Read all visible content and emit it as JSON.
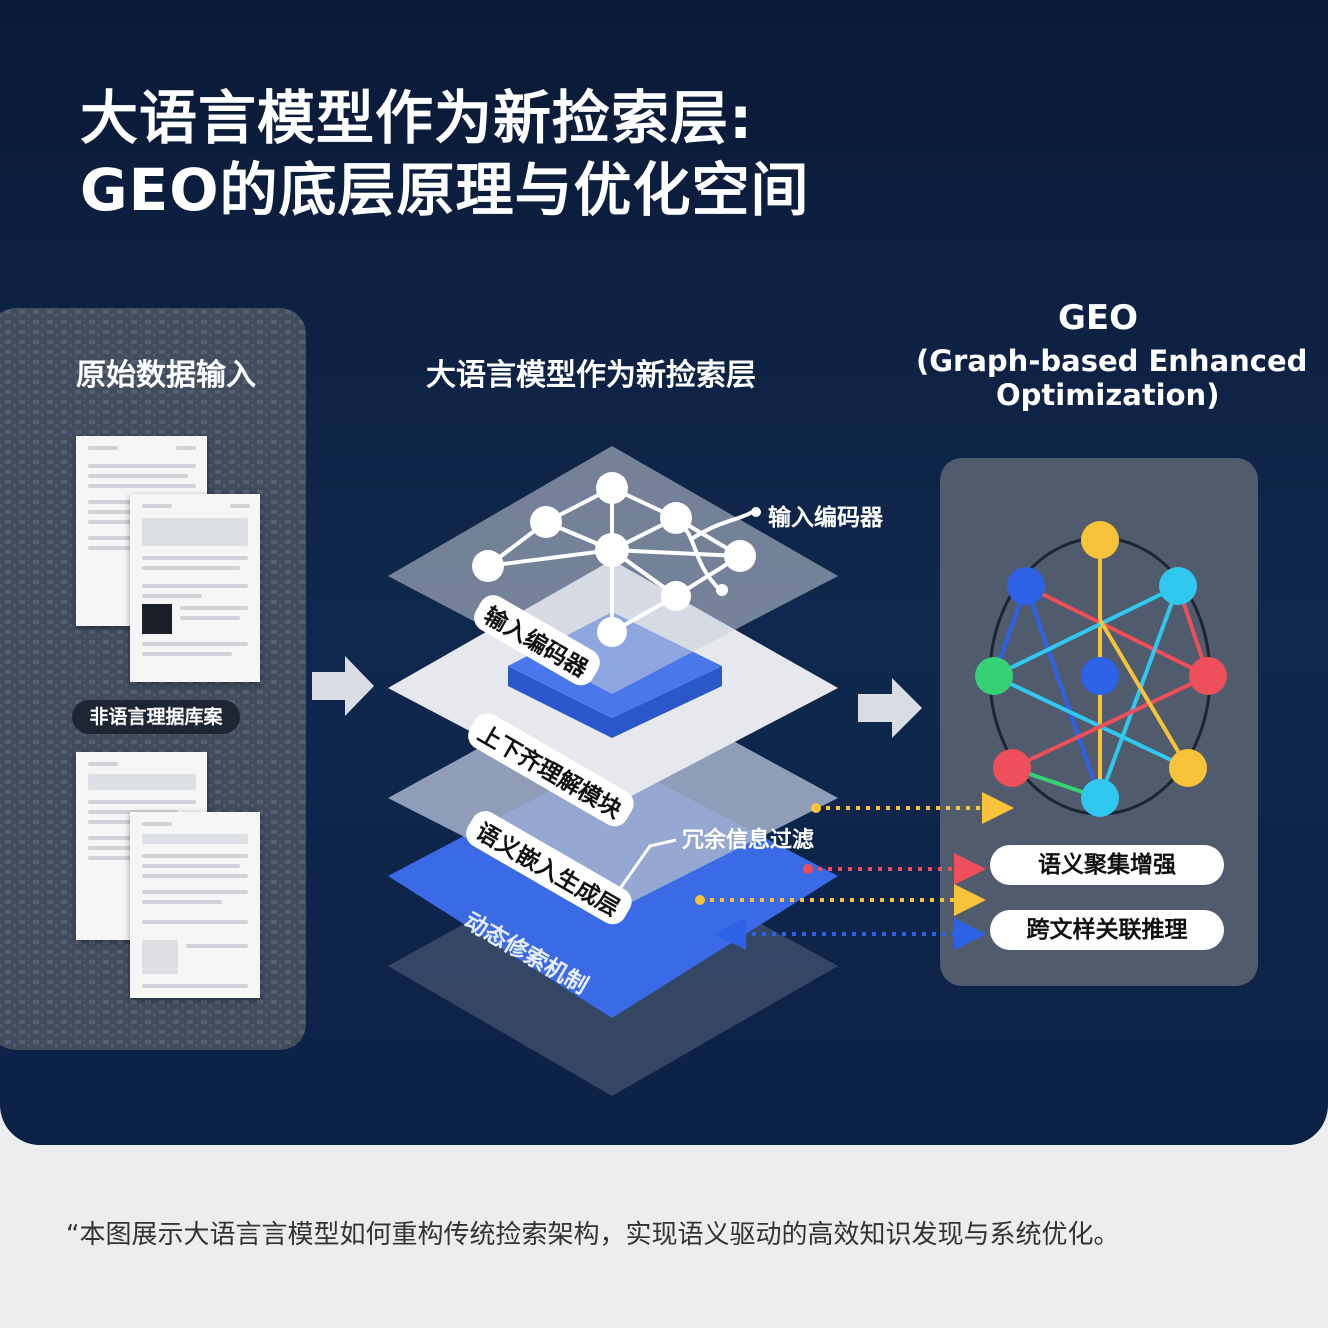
{
  "title": {
    "line1": "大语言模型作为新捡索层:",
    "line2": "GEO的底层原理与优化空间"
  },
  "left": {
    "heading": "原始数据输入",
    "pill": "非语言理据库案"
  },
  "middle": {
    "heading": "大语言模型作为新捡索层",
    "layers": [
      "输入编码器",
      "上下齐理解模块",
      "语义嵌入生成层",
      "动态修索机制"
    ],
    "callouts": [
      "输入编码器",
      "冗余信息过滤"
    ]
  },
  "right": {
    "title": "GEO",
    "subtitle_line1": "(Graph-based Enhanced",
    "subtitle_line2": "Optimization)",
    "tags": [
      "语义聚集增强",
      "跨文样关联推理"
    ]
  },
  "colors": {
    "yellow": "#f8c338",
    "blue": "#2d62e8",
    "cyan": "#31c8f0",
    "green": "#35d274",
    "red": "#ee4f5a",
    "layer_blue": "#3a6ae6"
  },
  "caption": "“本图展示大语言言模型如何重构传统捡索架构，实现语义驱动的高效知识发现与系统优化。"
}
